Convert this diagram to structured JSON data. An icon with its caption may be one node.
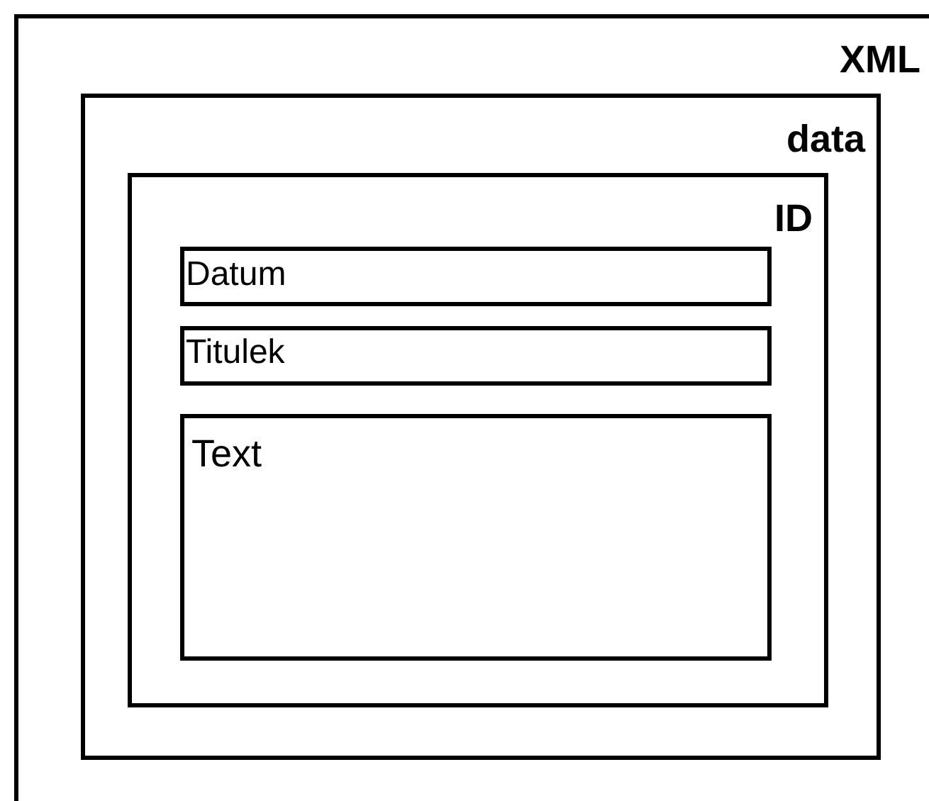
{
  "diagram": {
    "nodes": [
      {
        "text": [
          "XML"
        ]
      },
      {
        "text": [
          "data"
        ],
        "in": 0
      },
      {
        "text": [
          "ID"
        ],
        "in": 1
      },
      {
        "text": [
          "Datum"
        ],
        "in": 2
      },
      {
        "text": [
          "Titulek"
        ],
        "in": 2
      },
      {
        "text": [
          "Text"
        ],
        "in": 2
      }
    ]
  }
}
